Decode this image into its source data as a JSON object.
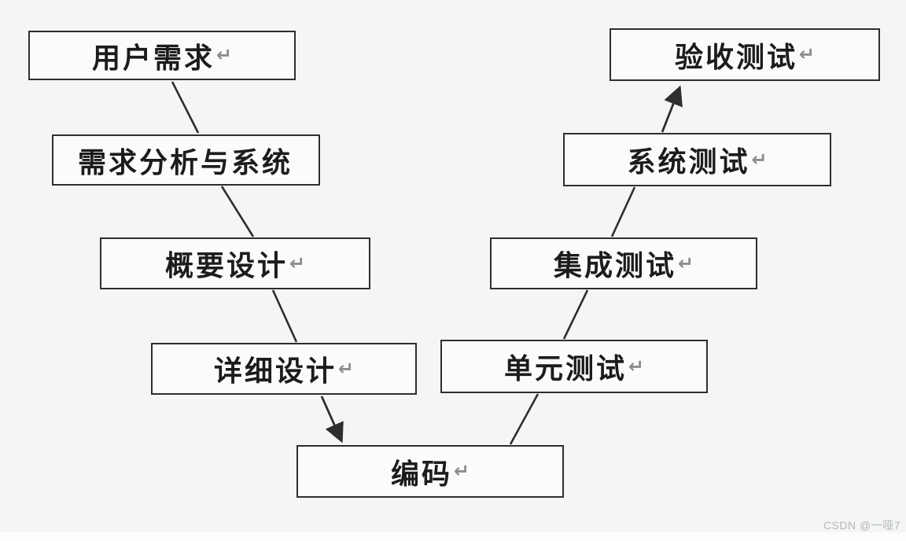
{
  "diagram": {
    "type": "v-model-flowchart",
    "boxes": [
      {
        "id": "user-requirements",
        "label": "用户需求",
        "mark": "↵"
      },
      {
        "id": "requirements-analysis",
        "label": "需求分析与系统",
        "mark": ""
      },
      {
        "id": "high-level-design",
        "label": "概要设计",
        "mark": "↵"
      },
      {
        "id": "detailed-design",
        "label": "详细设计",
        "mark": "↵"
      },
      {
        "id": "coding",
        "label": "编码",
        "mark": "↵"
      },
      {
        "id": "unit-test",
        "label": "单元测试",
        "mark": "↵"
      },
      {
        "id": "integration-test",
        "label": "集成测试",
        "mark": "↵"
      },
      {
        "id": "system-test",
        "label": "系统测试",
        "mark": "↵"
      },
      {
        "id": "acceptance-test",
        "label": "验收测试",
        "mark": "↵"
      }
    ],
    "connections": [
      {
        "from": "user-requirements",
        "to": "requirements-analysis",
        "arrowhead": false
      },
      {
        "from": "requirements-analysis",
        "to": "high-level-design",
        "arrowhead": false
      },
      {
        "from": "high-level-design",
        "to": "detailed-design",
        "arrowhead": false
      },
      {
        "from": "detailed-design",
        "to": "coding",
        "arrowhead": true
      },
      {
        "from": "coding",
        "to": "unit-test",
        "arrowhead": false
      },
      {
        "from": "unit-test",
        "to": "integration-test",
        "arrowhead": false
      },
      {
        "from": "integration-test",
        "to": "system-test",
        "arrowhead": false
      },
      {
        "from": "system-test",
        "to": "acceptance-test",
        "arrowhead": true
      }
    ],
    "colors": {
      "background": "#f4f5f5",
      "box_fill": "#fbfbfb",
      "box_border": "#2e2e2e",
      "text": "#1c1c1c",
      "return_mark": "#8d8d8d",
      "connector": "#2e2e2e",
      "watermark": "#b3b6ba"
    },
    "watermark": "CSDN @一哑7"
  }
}
